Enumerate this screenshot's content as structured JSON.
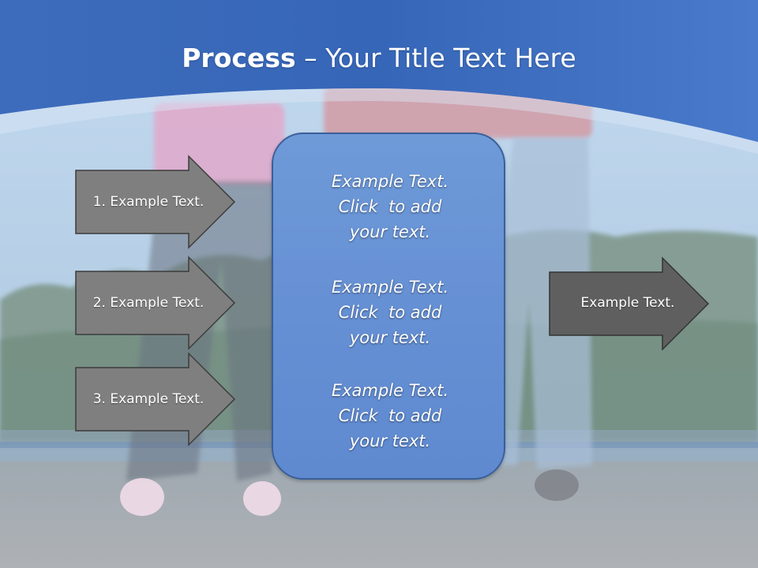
{
  "title": {
    "bold": "Process",
    "rest": " – Your Title Text Here"
  },
  "left_arrows": [
    {
      "label": "1. Example Text."
    },
    {
      "label": "2. Example Text."
    },
    {
      "label": "3. Example Text."
    }
  ],
  "center_box": {
    "paragraphs": [
      {
        "line1": "Example Text.",
        "line2": "Click  to add",
        "line3": "your text."
      },
      {
        "line1": "Example Text.",
        "line2": "Click  to add",
        "line3": "your text."
      },
      {
        "line1": "Example Text.",
        "line2": "Click  to add",
        "line3": "your text."
      }
    ]
  },
  "right_arrow": {
    "label": "Example Text."
  },
  "colors": {
    "banner_blue": "#3f6fc0",
    "box_blue": "#6690d4",
    "arrow_gray": "#7f7f7f",
    "arrow_dark": "#5f5f5f"
  }
}
